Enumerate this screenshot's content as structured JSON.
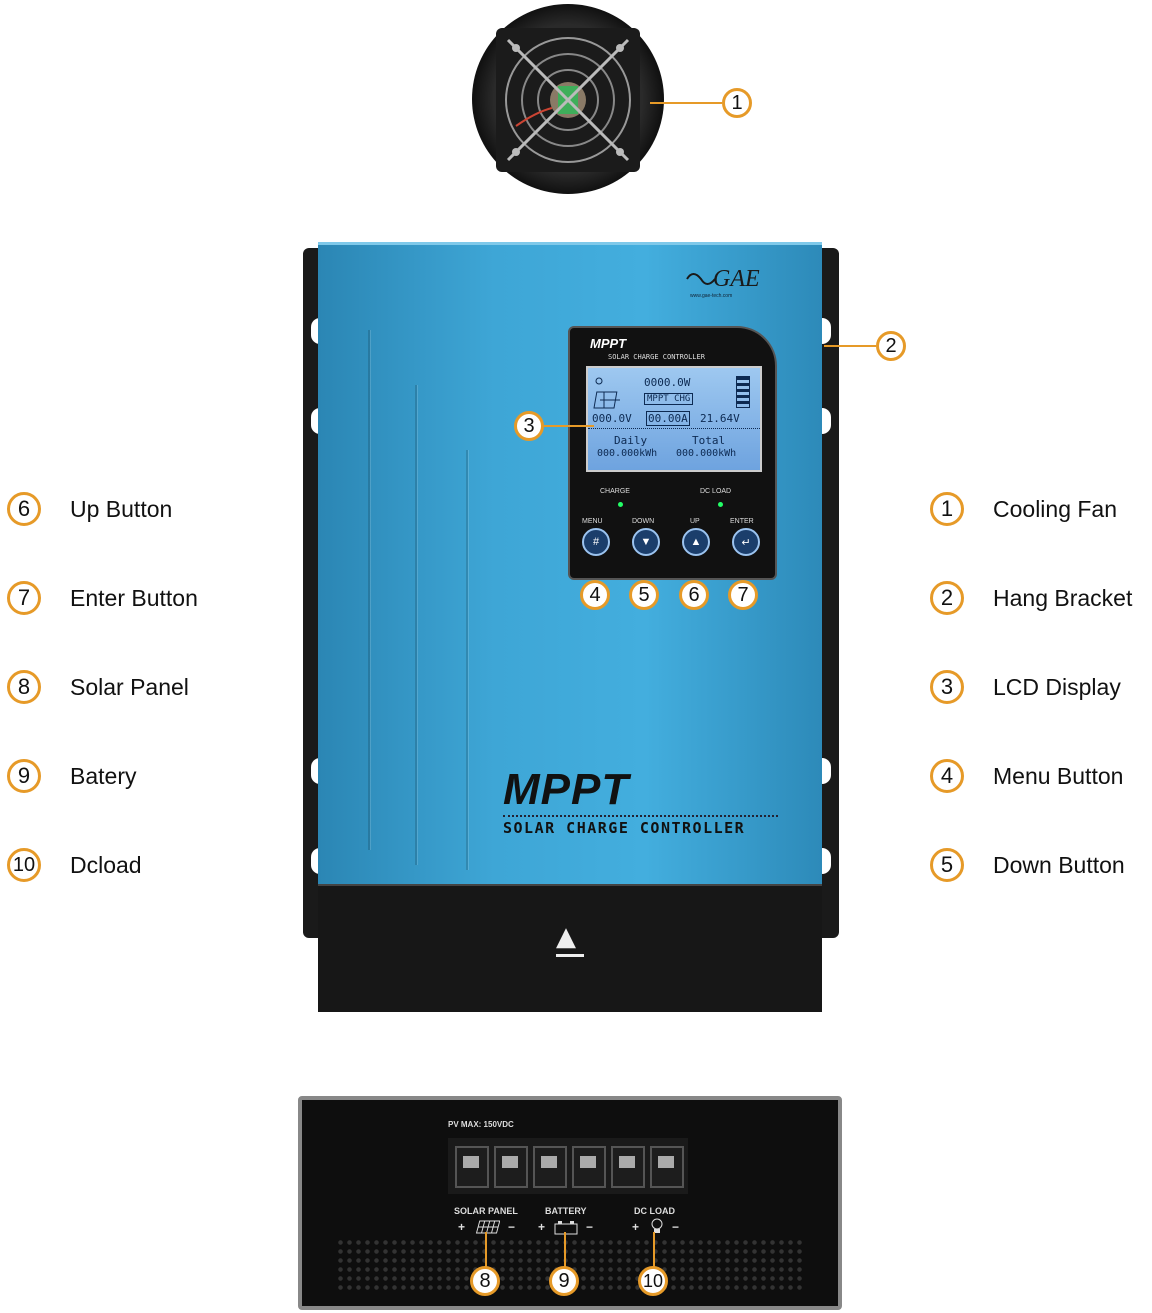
{
  "callouts": {
    "c1": "1",
    "c2": "2",
    "c3": "3",
    "c4": "4",
    "c5": "5",
    "c6": "6",
    "c7": "7",
    "c8": "8",
    "c9": "9",
    "c10": "10"
  },
  "legend_left": [
    {
      "num": "6",
      "label": "Up Button"
    },
    {
      "num": "7",
      "label": "Enter Button"
    },
    {
      "num": "8",
      "label": "Solar Panel"
    },
    {
      "num": "9",
      "label": "Batery"
    },
    {
      "num": "10",
      "label": "Dcload"
    }
  ],
  "legend_right": [
    {
      "num": "1",
      "label": "Cooling Fan"
    },
    {
      "num": "2",
      "label": "Hang Bracket"
    },
    {
      "num": "3",
      "label": "LCD Display"
    },
    {
      "num": "4",
      "label": "Menu Button"
    },
    {
      "num": "5",
      "label": "Down Button"
    }
  ],
  "device": {
    "brand": "GAE",
    "brand_tagline": "www.gae-tech.com",
    "panel_title": "MPPT",
    "panel_subtitle": "SOLAR CHARGE CONTROLLER",
    "front_title": "MPPT",
    "front_subtitle": "SOLAR CHARGE CONTROLLER",
    "lcd": {
      "power": "0000.0W",
      "mode": "MPPT CHG",
      "voltage_in": "000.0V",
      "current": "00.00A",
      "voltage_bat": "21.64V",
      "daily_label": "Daily",
      "total_label": "Total",
      "daily_value": "000.000kWh",
      "total_value": "000.000kWh"
    },
    "indicators": {
      "charge": "CHARGE",
      "dc_load": "DC LOAD"
    },
    "buttons": {
      "menu": "MENU",
      "down": "DOWN",
      "up": "UP",
      "enter": "ENTER"
    },
    "eject_icon": "▲"
  },
  "terminal": {
    "pv_max": "PV MAX: 150VDC",
    "solar_panel": "SOLAR PANEL",
    "battery": "BATTERY",
    "dc_load": "DC LOAD",
    "plus": "+",
    "minus": "−"
  },
  "colors": {
    "accent": "#e69a28",
    "housing": "#43aede"
  }
}
